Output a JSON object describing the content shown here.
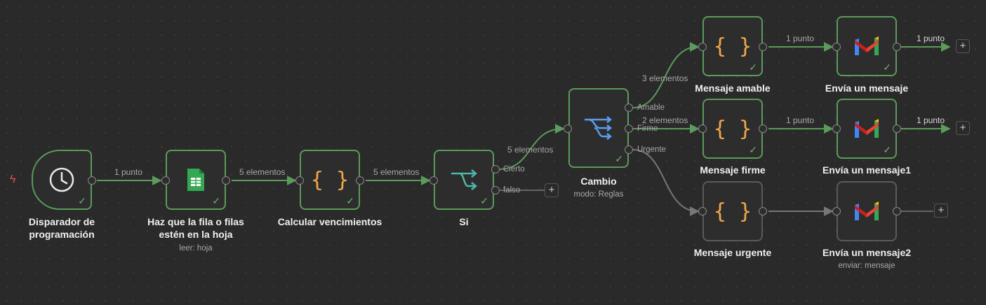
{
  "nodes": {
    "trigger": {
      "label": "Disparador de programación",
      "icon": "clock-icon"
    },
    "sheets": {
      "label": "Haz que la fila o filas estén en la hoja",
      "subtitle": "leer: hoja",
      "icon": "google-sheets-icon"
    },
    "calc": {
      "label": "Calcular vencimientos",
      "icon": "code-braces-icon"
    },
    "if": {
      "label": "Si",
      "icon": "if-branch-icon",
      "out_true": "Cierto",
      "out_false": "falso"
    },
    "switch": {
      "label": "Cambio",
      "subtitle": "modo: Reglas",
      "icon": "switch-icon",
      "out_1": "Amable",
      "out_2": "Firme",
      "out_3": "Urgente"
    },
    "msg_kind": {
      "label": "Mensaje amable",
      "icon": "code-braces-icon"
    },
    "msg_firm": {
      "label": "Mensaje firme",
      "icon": "code-braces-icon"
    },
    "msg_urgent": {
      "label": "Mensaje urgente",
      "icon": "code-braces-icon"
    },
    "gmail1": {
      "label": "Envía un mensaje",
      "icon": "gmail-icon"
    },
    "gmail2": {
      "label": "Envía un mensaje1",
      "icon": "gmail-icon"
    },
    "gmail3": {
      "label": "Envía un mensaje2",
      "subtitle": "enviar: mensaje",
      "icon": "gmail-icon"
    }
  },
  "edges": {
    "e1": "1 punto",
    "e2": "5 elementos",
    "e3": "5 elementos",
    "e4": "5 elementos",
    "e5": "3 elementos",
    "e6": "2 elementos",
    "e7": "1 punto",
    "e8": "1 punto",
    "e9": "1 punto",
    "e10": "1 punto"
  },
  "colors": {
    "success": "#5b9b5b",
    "inactive": "#5a5a5a",
    "code": "#f0a64a",
    "trigger_bolt": "#e05555"
  }
}
